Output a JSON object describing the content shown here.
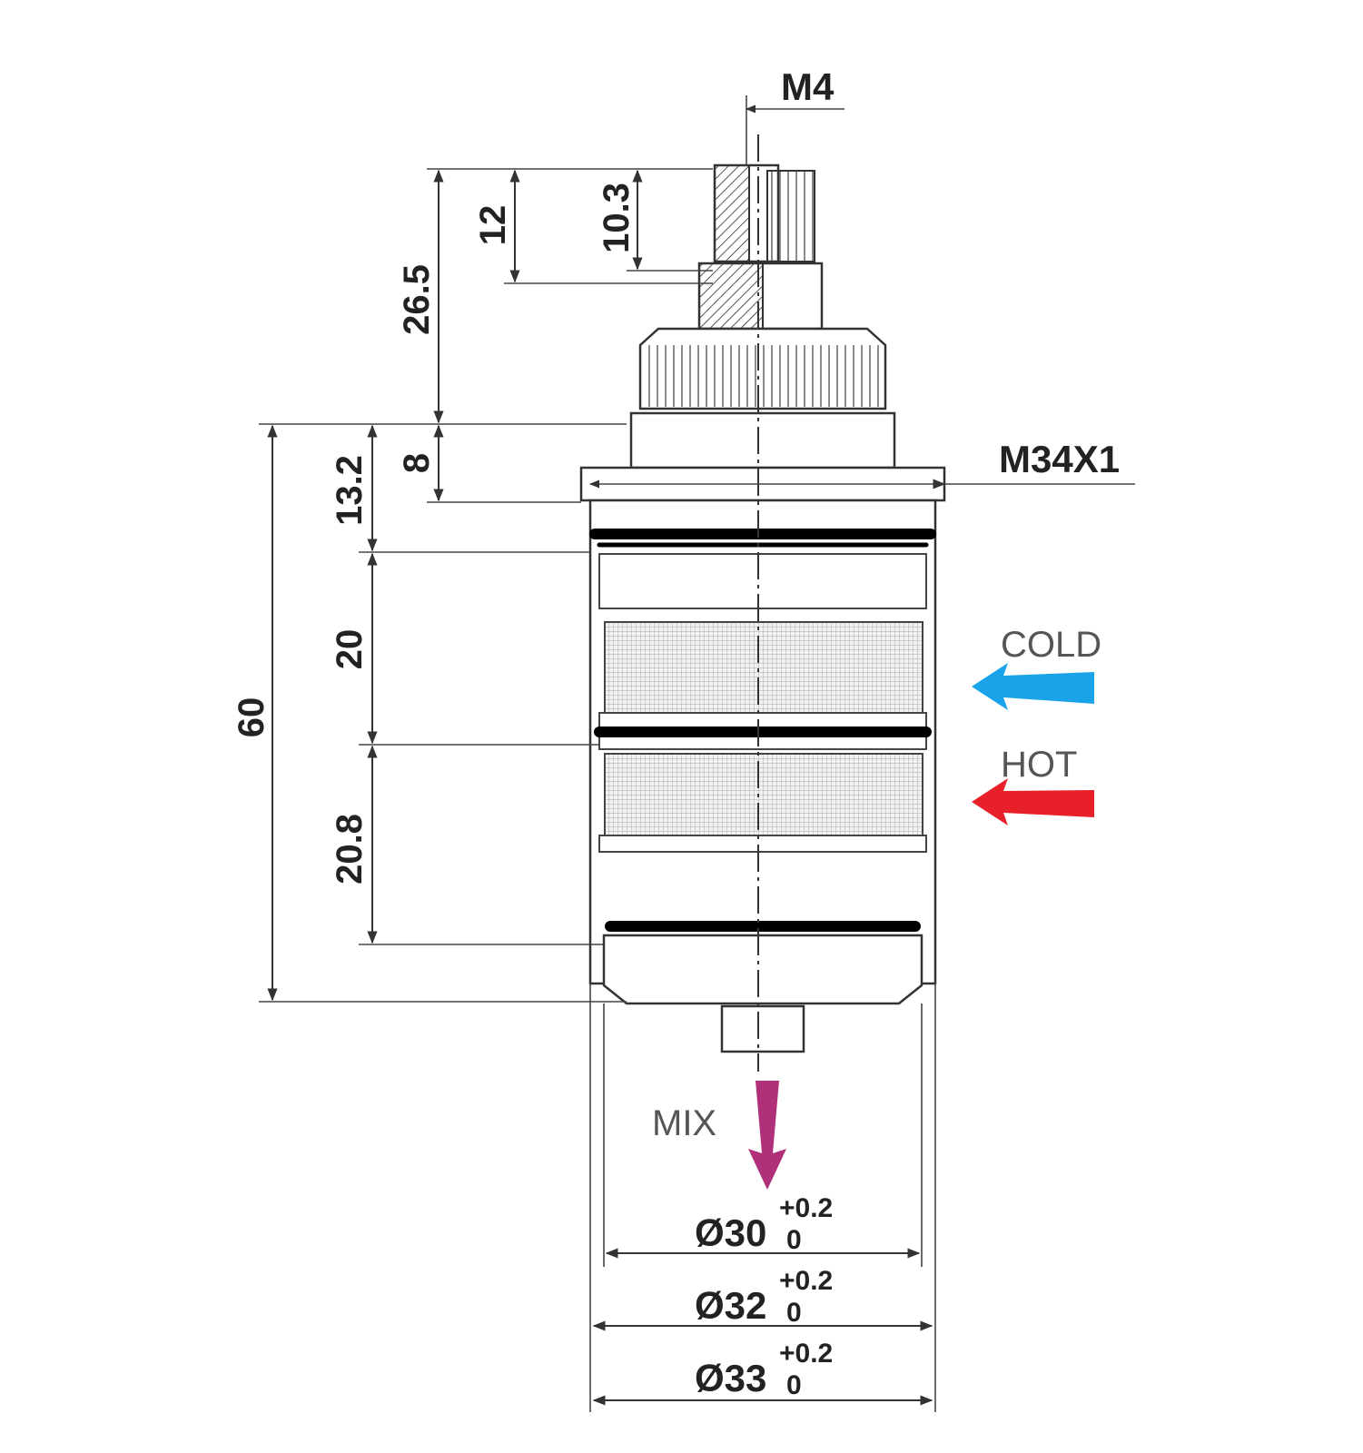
{
  "dimensions": {
    "thread_top": "M4",
    "h_26_5": "26.5",
    "h_12": "12",
    "h_10_3": "10.3",
    "h_8": "8",
    "h_13_2": "13.2",
    "h_20": "20",
    "h_60": "60",
    "h_20_8": "20.8",
    "thread_body": "M34X1",
    "dia_30": {
      "main": "Ø30",
      "upper": "+0.2",
      "lower": "0"
    },
    "dia_32": {
      "main": "Ø32",
      "upper": "+0.2",
      "lower": "0"
    },
    "dia_33": {
      "main": "Ø33",
      "upper": "+0.2",
      "lower": "0"
    }
  },
  "flows": {
    "cold": "COLD",
    "hot": "HOT",
    "mix": "MIX"
  },
  "colors": {
    "cold_arrow": "#1aa3e8",
    "hot_arrow": "#e8202a",
    "mix_arrow": "#b0307a"
  }
}
